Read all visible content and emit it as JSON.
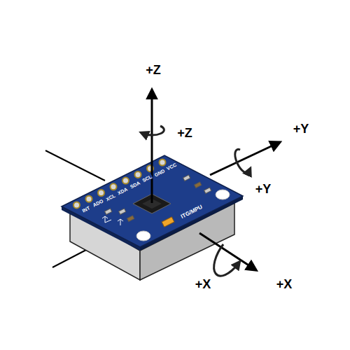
{
  "diagram": {
    "labels": [
      "+Z",
      "+Z",
      "+Y",
      "+Y",
      "+X",
      "+X",
      "VCC",
      "GND",
      "SCL",
      "SDA",
      "XDA",
      "XCL",
      "ADO",
      "INT",
      "ITG/MPU"
    ]
  }
}
